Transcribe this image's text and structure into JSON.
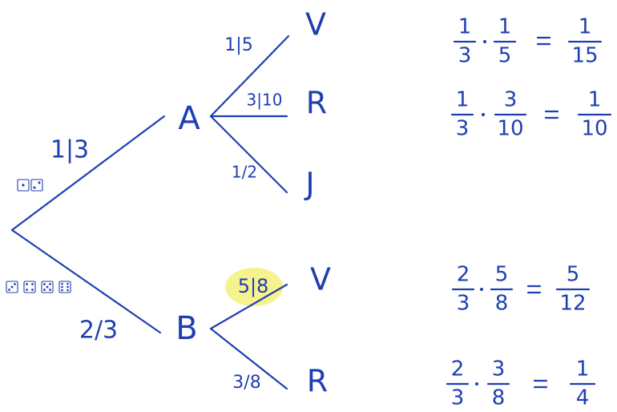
{
  "tree": {
    "root_dice_a": [
      "1",
      "2"
    ],
    "root_dice_b": [
      "3",
      "4",
      "5",
      "6"
    ],
    "nodes": {
      "a": "A",
      "b": "B"
    },
    "branches": {
      "root_a": "1|3",
      "root_b": "2/3",
      "a_v": "1|5",
      "a_r": "3|10",
      "a_j": "1/2",
      "b_v": "5|8",
      "b_r": "3/8"
    },
    "leaves": {
      "a_v": "V",
      "a_r": "R",
      "a_j": "J",
      "b_v": "V",
      "b_r": "R"
    }
  },
  "calculations": [
    {
      "f1n": "1",
      "f1d": "3",
      "f2n": "1",
      "f2d": "5",
      "rn": "1",
      "rd": "15"
    },
    {
      "f1n": "1",
      "f1d": "3",
      "f2n": "3",
      "f2d": "10",
      "rn": "1",
      "rd": "10"
    },
    {
      "f1n": "2",
      "f1d": "3",
      "f2n": "5",
      "f2d": "8",
      "rn": "5",
      "rd": "12"
    },
    {
      "f1n": "2",
      "f1d": "3",
      "f2n": "3",
      "f2d": "8",
      "rn": "1",
      "rd": "4"
    }
  ],
  "highlight_color": "#f5f07a",
  "ink_color": "#1f3fb0"
}
